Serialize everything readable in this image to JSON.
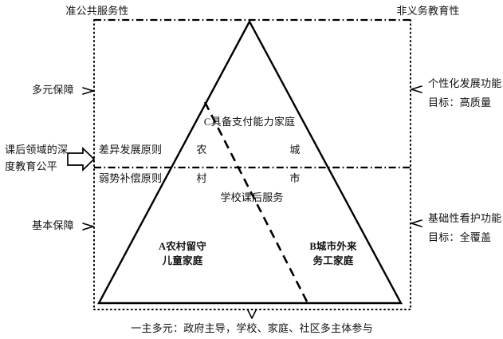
{
  "diagram": {
    "title_top_left": "准公共服务性",
    "title_top_right": "非义务教育性",
    "left_labels": {
      "multi_guarantee": "多元保障",
      "deep_equity_line1": "课后领域的深",
      "deep_equity_line2": "度教育公平",
      "basic_guarantee": "基本保障"
    },
    "right_labels": {
      "personalized_function": "个性化发展功能",
      "personalized_goal": "目标：高质量",
      "basic_care_function": "基础性看护功能",
      "basic_care_goal": "目标：全覆盖"
    },
    "principles": {
      "differential": "差异发展原则",
      "disadvantaged": "弱势补偿原则"
    },
    "inner_labels": {
      "group_c": "C具备支付能力家庭",
      "rural_top": "农",
      "urban_top": "城",
      "rural_bottom": "村",
      "urban_bottom": "市",
      "school_service": "学校课后服务",
      "group_a_line1": "A农村留守",
      "group_a_line2": "儿童家庭",
      "group_b_line1": "B城市外来",
      "group_b_line2": "务工家庭"
    },
    "footer": "一主多元：政府主导，学校、家庭、社区多主体参与",
    "colors": {
      "stroke": "#000000",
      "text": "#111111",
      "background": "#ffffff"
    }
  }
}
